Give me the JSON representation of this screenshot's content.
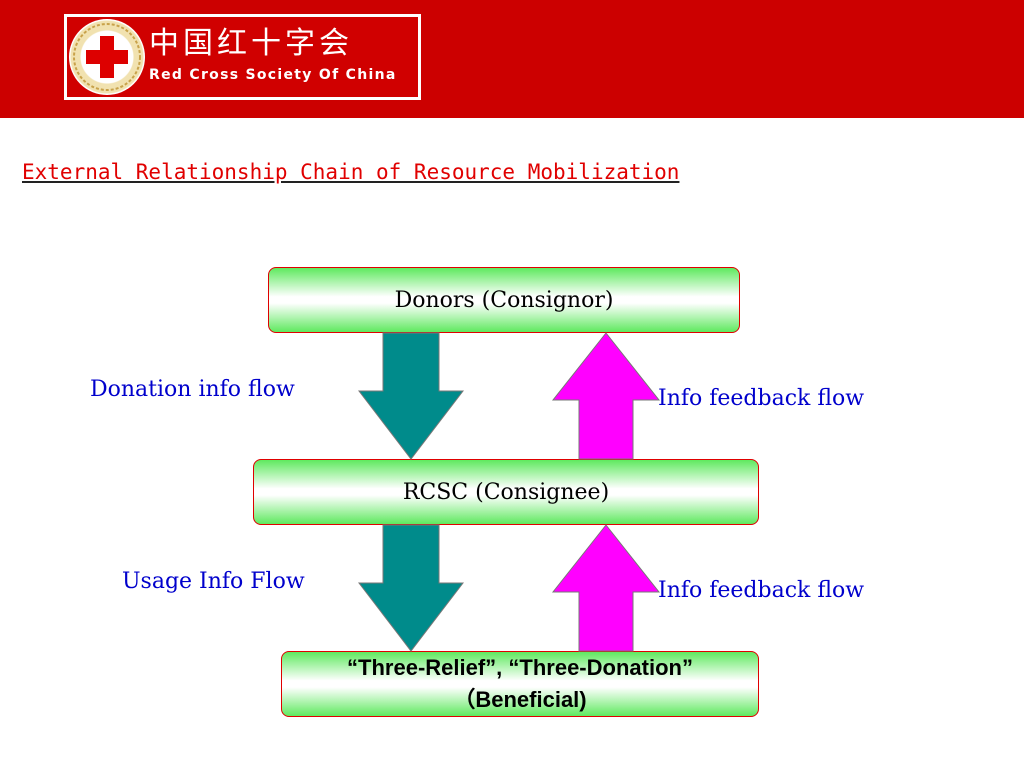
{
  "header": {
    "logo_chinese": "中国红十字会",
    "logo_english": "Red Cross Society Of China"
  },
  "title": "External Relationship Chain of Resource Mobilization",
  "nodes": {
    "donors": "Donors (Consignor)",
    "rcsc": "RCSC (Consignee)",
    "beneficial_line1": "“Three-Relief”, “Three-Donation”",
    "beneficial_line2": "（Beneficial)"
  },
  "flows": {
    "donation_info": "Donation info flow",
    "feedback_top": "Info feedback flow",
    "usage_info": "Usage Info Flow",
    "feedback_bottom": "Info feedback flow"
  },
  "colors": {
    "header_red": "#cc0000",
    "title_red": "#e00000",
    "node_green": "#5fe95f",
    "down_arrow_teal": "#008b8b",
    "up_arrow_magenta": "#ff00ff",
    "label_blue": "#0000cc"
  },
  "icons": [
    "red-cross-emblem-icon"
  ]
}
